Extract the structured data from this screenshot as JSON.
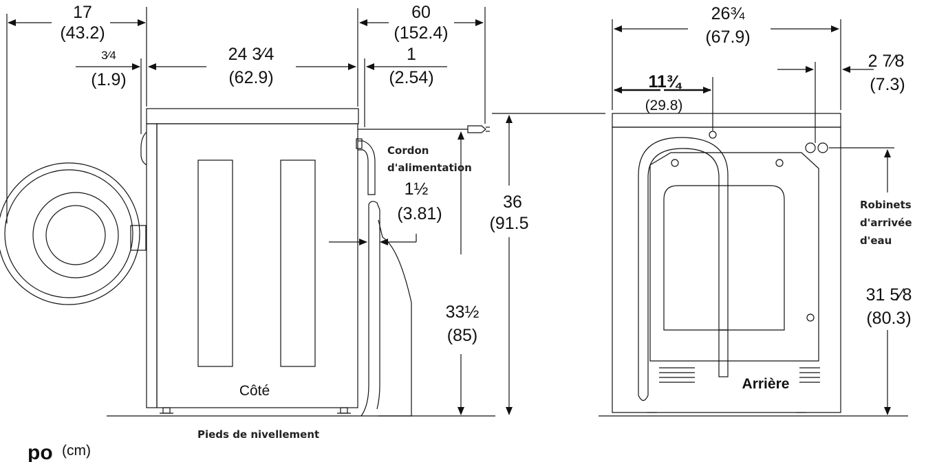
{
  "side_view": {
    "name": "Côté",
    "depth_front": {
      "in": "17",
      "cm": "(43.2)"
    },
    "door_offset": {
      "in": "3⁄4",
      "cm": "(1.9)"
    },
    "cabinet_depth": {
      "in": "24 3⁄4",
      "cm": "(62.9)"
    },
    "cord_length": {
      "in": "60",
      "cm": "(152.4)"
    },
    "cord_offset": {
      "in": "1",
      "cm": "(2.54)"
    },
    "hose_gap": {
      "in": "1½",
      "cm": "(3.81)"
    },
    "total_height": {
      "in": "36",
      "cm": "(91.5"
    },
    "cord_height": {
      "in": "33½",
      "cm": "(85)"
    },
    "power_cord_label": "Cordon\nd'alimentation",
    "leveling_feet_label": "Pieds de nivellement"
  },
  "rear_view": {
    "name": "Arrière",
    "width": {
      "in": "26¾",
      "cm": "(67.9)"
    },
    "drain_offset": {
      "in": "11¾",
      "cm": "(29.8)"
    },
    "valve_offset": {
      "in": "2 7⁄8",
      "cm": "(7.3)"
    },
    "valve_height": {
      "in": "31 5⁄8",
      "cm": "(80.3)"
    },
    "water_valves_label": "Robinets\nd'arrivée\nd'eau"
  },
  "units": {
    "inch": "po",
    "cm": "(cm)"
  }
}
